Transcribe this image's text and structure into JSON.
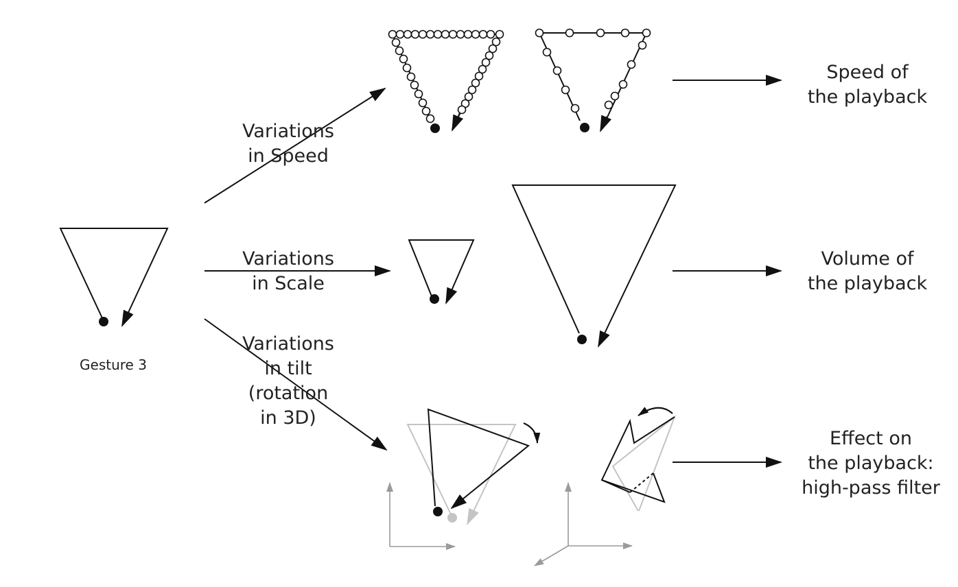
{
  "labels": {
    "gesture": "Gesture 3",
    "speed_variation": [
      "Variations",
      "in Speed"
    ],
    "scale_variation": [
      "Variations",
      "in Scale"
    ],
    "tilt_variation": [
      "Variations",
      "in tilt",
      "(rotation",
      "in 3D)"
    ],
    "speed_effect": [
      "Speed of",
      "the playback"
    ],
    "volume_effect": [
      "Volume of",
      "the playback"
    ],
    "filter_effect": [
      "Effect on",
      "the playback:",
      "high-pass filter"
    ]
  },
  "colors": {
    "ink": "#111111",
    "grey": "#9a9a9a",
    "light_grey": "#c4c4c4",
    "text": "#222222"
  }
}
